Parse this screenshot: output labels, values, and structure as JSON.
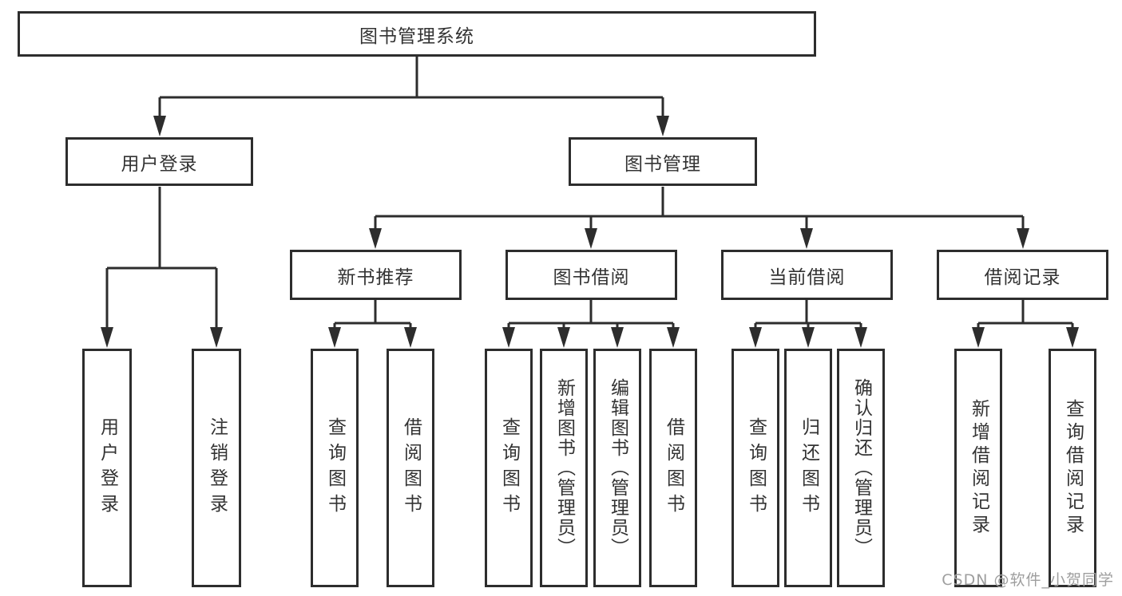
{
  "colors": {
    "line": "#2d2d2d",
    "box_border": "#2d2d2d",
    "text": "#333333",
    "watermark": "#9e9e9e",
    "background": "#ffffff"
  },
  "watermark": {
    "text": "CSDN @软件_小贺同学"
  },
  "diagram": {
    "type": "tree",
    "root": {
      "label": "图书管理系统",
      "children": [
        {
          "label": "用户登录",
          "children": [
            {
              "label": "用户登录"
            },
            {
              "label": "注销登录"
            }
          ]
        },
        {
          "label": "图书管理",
          "children": [
            {
              "label": "新书推荐",
              "children": [
                {
                  "label": "查询图书"
                },
                {
                  "label": "借阅图书"
                }
              ]
            },
            {
              "label": "图书借阅",
              "children": [
                {
                  "label": "查询图书"
                },
                {
                  "label": "新增图书（管理员）"
                },
                {
                  "label": "编辑图书（管理员）"
                },
                {
                  "label": "借阅图书"
                }
              ]
            },
            {
              "label": "当前借阅",
              "children": [
                {
                  "label": "查询图书"
                },
                {
                  "label": "归还图书"
                },
                {
                  "label": "确认归还（管理员）"
                }
              ]
            },
            {
              "label": "借阅记录",
              "children": [
                {
                  "label": "新增借阅记录"
                },
                {
                  "label": "查询借阅记录"
                }
              ]
            }
          ]
        }
      ]
    }
  }
}
